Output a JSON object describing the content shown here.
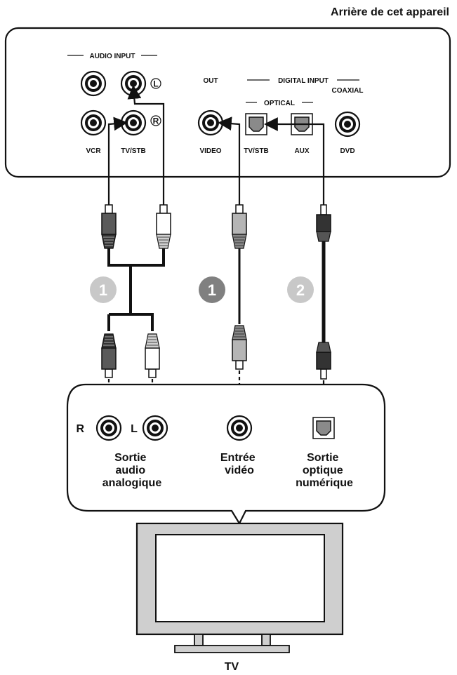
{
  "header": {
    "title": "Arrière de cet appareil"
  },
  "panel": {
    "audio_input": "AUDIO INPUT",
    "digital_input": "DIGITAL INPUT",
    "optical": "OPTICAL",
    "out": "OUT",
    "coaxial": "COAXIAL",
    "jack_l": "L",
    "jack_r": "R",
    "labels": {
      "vcr": "VCR",
      "tvstb_audio": "TV/STB",
      "video": "VIDEO",
      "tvstb_opt": "TV/STB",
      "aux": "AUX",
      "dvd": "DVD"
    }
  },
  "steps": {
    "audio": "1",
    "video": "1",
    "optical": "2"
  },
  "tv_panel": {
    "r": "R",
    "l": "L",
    "audio_out": [
      "Sortie",
      "audio",
      "analogique"
    ],
    "video_in": [
      "Entrée",
      "vidéo"
    ],
    "optical_out": [
      "Sortie",
      "optique",
      "numérique"
    ]
  },
  "tv": {
    "label": "TV"
  },
  "colors": {
    "badge_light": "#c8c8c8",
    "badge_dark": "#808080",
    "line": "#111111"
  }
}
